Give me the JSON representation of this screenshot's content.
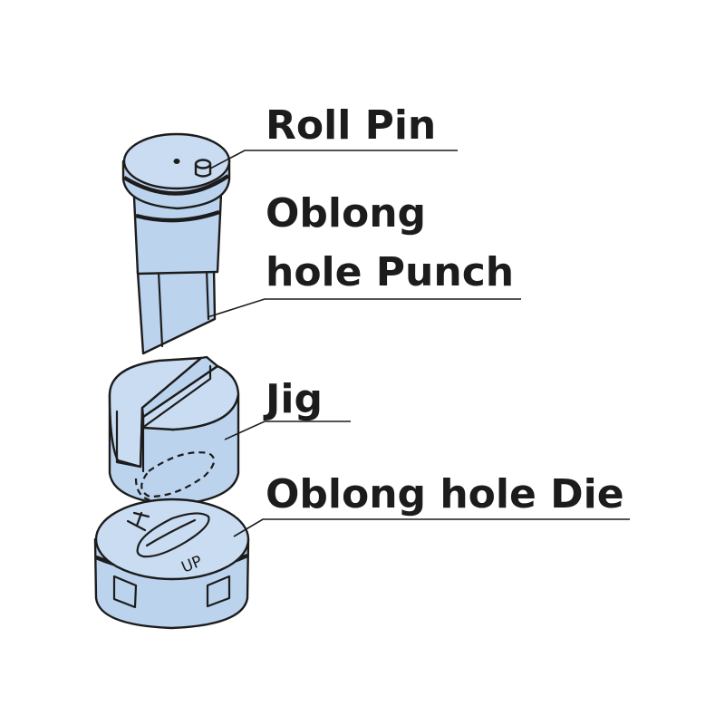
{
  "labels": {
    "roll_pin": "Roll Pin",
    "punch_line1": "Oblong",
    "punch_line2": "hole Punch",
    "jig": "Jig",
    "die": "Oblong hole Die"
  },
  "die_markings": {
    "up": "UP"
  },
  "colors": {
    "part_fill": "#bcd3ee",
    "outline": "#1c1c1c",
    "background": "#ffffff"
  }
}
